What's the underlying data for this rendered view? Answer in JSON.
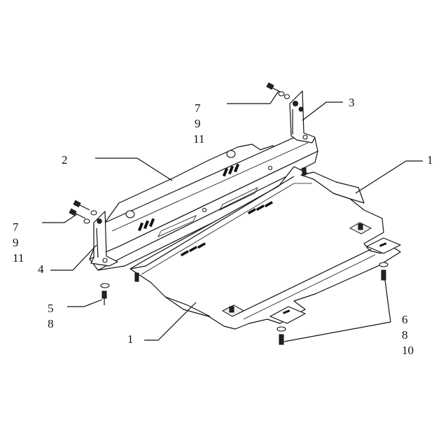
{
  "diagram": {
    "callouts": [
      {
        "id": "skid-plate-right",
        "lines": [
          "1"
        ]
      },
      {
        "id": "skid-plate-main",
        "lines": [
          "1"
        ]
      },
      {
        "id": "front-beam",
        "lines": [
          "2"
        ]
      },
      {
        "id": "right-bracket",
        "lines": [
          "3"
        ]
      },
      {
        "id": "left-bracket",
        "lines": [
          "4"
        ]
      },
      {
        "id": "left-bolt-set",
        "lines": [
          "5",
          "8"
        ]
      },
      {
        "id": "rear-bolt-set",
        "lines": [
          "6",
          "8",
          "10"
        ]
      },
      {
        "id": "upper-right-bolt-set",
        "lines": [
          "7",
          "9",
          "11"
        ]
      },
      {
        "id": "upper-left-bolt-set",
        "lines": [
          "7",
          "9",
          "11"
        ]
      }
    ]
  }
}
